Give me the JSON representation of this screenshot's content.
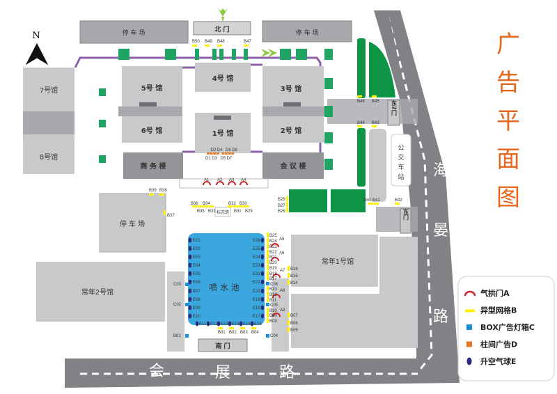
{
  "title": "广告平面图",
  "colors": {
    "title": "#e8661b",
    "road": "#808285",
    "hall": "#c8c9cb",
    "hall_dark": "#939598",
    "green": "#0d9444",
    "pool": "#3aa8de",
    "path": "#8c5fa8",
    "arch": "#d2232a",
    "grid": "#fff200",
    "box": "#1a8fd8",
    "pillar": "#e87722",
    "balloon": "#2b2a7a"
  },
  "compass": "N",
  "buildings": {
    "parking_north_west": "停 车 场",
    "north_gate": "北 门",
    "parking_north_east": "停 车 场",
    "hall7": "7号馆",
    "hall8": "8号馆",
    "hall5": "5号 馆",
    "hall6": "6号 馆",
    "hall4": "4号 馆",
    "hall3": "3号 馆",
    "hall2": "2号 馆",
    "hall1": "1号 馆",
    "business": "商 务 楼",
    "conference": "会 议 楼",
    "parking_west": "停 车 场",
    "hall_c2": "常年2号馆",
    "hall_c1": "常年1号馆",
    "fountain": "喷   水   池",
    "south_gate": "南 门",
    "east_gate2": "东2门",
    "east_gate": "东门",
    "bus_station": [
      "公",
      "交",
      "车",
      "站"
    ],
    "landmark": "标志塔"
  },
  "roads": {
    "haiyan": [
      "海",
      "晏",
      "路"
    ],
    "huizhan": [
      "会",
      "展",
      "路"
    ]
  },
  "ad_spots": {
    "A": [
      "A1",
      "A2",
      "A3",
      "A4",
      "A5",
      "A6",
      "A7",
      "A8",
      "A9"
    ],
    "B": [
      "B50",
      "B49",
      "B48",
      "B47",
      "B46",
      "B45",
      "B44",
      "B43",
      "B39",
      "B38",
      "B37",
      "B36",
      "B35",
      "B34",
      "B33",
      "B32",
      "B31",
      "B30",
      "B29",
      "B28",
      "B27",
      "B26",
      "B25",
      "B24",
      "B23",
      "B22",
      "B21",
      "B20",
      "B19",
      "B18",
      "B17",
      "B13",
      "B12",
      "B11",
      "B10",
      "B09",
      "B08",
      "B16",
      "B15",
      "B14",
      "B07",
      "B06",
      "B05",
      "B01",
      "B02",
      "B03",
      "B04",
      "B40",
      "B41",
      "B42"
    ],
    "C": [
      "C03",
      "C02",
      "B01",
      "C06",
      "C05",
      "C04"
    ],
    "D": [
      "D1",
      "D2",
      "D3",
      "D4",
      "D5",
      "D6",
      "D7",
      "D8"
    ],
    "E": [
      "E01",
      "E02",
      "E03",
      "E04",
      "E05",
      "E06",
      "E07",
      "E08",
      "E09",
      "E10",
      "E11",
      "E12",
      "E13",
      "E14",
      "E15",
      "E16",
      "E17",
      "E18",
      "E19",
      "E20",
      "E21",
      "E22",
      "E23",
      "E24",
      "E25",
      "E26"
    ]
  },
  "legend": [
    {
      "label": "气拱门A",
      "icon": "arch"
    },
    {
      "label": "异型网格B",
      "icon": "grid"
    },
    {
      "label": "BOX广告灯箱C",
      "icon": "box"
    },
    {
      "label": "柱间广告D",
      "icon": "pillar"
    },
    {
      "label": "升空气球E",
      "icon": "balloon"
    }
  ]
}
